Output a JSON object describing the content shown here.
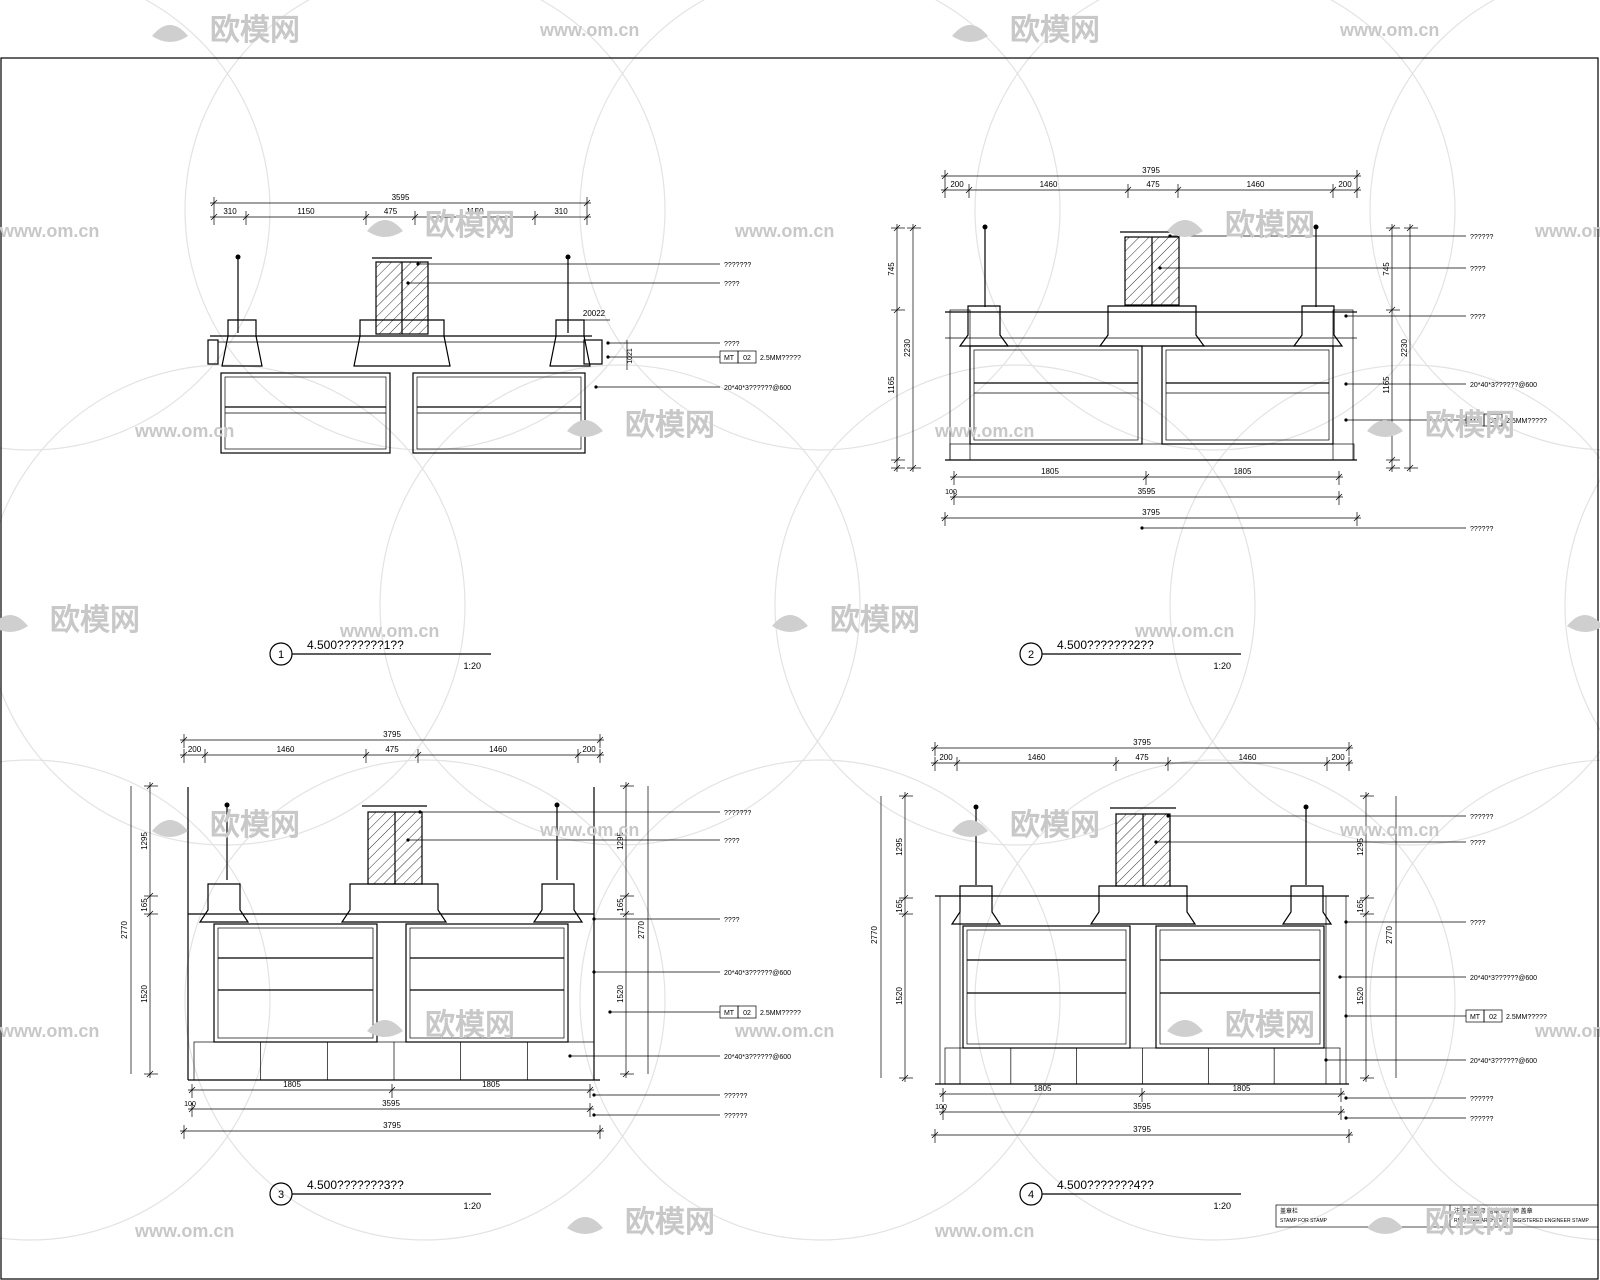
{
  "watermark": {
    "brand": "欧模网",
    "url": "www.om.cn"
  },
  "drawings": [
    {
      "id": "1",
      "number": "1",
      "title": "4.500???????1??",
      "scale": "1:20",
      "top_dims": {
        "total": "3595",
        "segments": [
          "310",
          "1150",
          "475",
          "1150",
          "310"
        ]
      },
      "side_dims": {},
      "bottom_dims": {},
      "detail_dim": "20022",
      "small_dim": "1021",
      "callouts": [
        "???????",
        "????",
        "????",
        "20*40*3??????@600"
      ],
      "material_tag": {
        "code": "MT",
        "num": "02",
        "text": "2.5MM?????"
      }
    },
    {
      "id": "2",
      "number": "2",
      "title": "4.500???????2??",
      "scale": "1:20",
      "top_dims": {
        "total": "3795",
        "segments": [
          "200",
          "1460",
          "475",
          "1460",
          "200"
        ]
      },
      "side_dims": {
        "left": [
          "745",
          "2230",
          "1165"
        ],
        "right": [
          "745",
          "2230",
          "1165"
        ]
      },
      "bottom_dims": {
        "halves": [
          "1805",
          "1805"
        ],
        "total1": "3595",
        "total2": "3795",
        "end": "100"
      },
      "callouts": [
        "??????",
        "????",
        "????",
        "20*40*3??????@600",
        "??????"
      ],
      "material_tag": {
        "code": "MT",
        "num": "02",
        "text": "2.5MM?????"
      }
    },
    {
      "id": "3",
      "number": "3",
      "title": "4.500???????3??",
      "scale": "1:20",
      "top_dims": {
        "total": "3795",
        "segments": [
          "200",
          "1460",
          "475",
          "1460",
          "200"
        ]
      },
      "side_dims": {
        "left": [
          "1295",
          "2770",
          "165",
          "1520"
        ],
        "right": [
          "1295",
          "2770",
          "165",
          "1520"
        ]
      },
      "bottom_dims": {
        "halves": [
          "1805",
          "1805"
        ],
        "total1": "3595",
        "total2": "3795",
        "end": "100"
      },
      "callouts": [
        "???????",
        "????",
        "????",
        "20*40*3??????@600",
        "20*40*3??????@600",
        "??????",
        "??????"
      ],
      "material_tag": {
        "code": "MT",
        "num": "02",
        "text": "2.5MM?????"
      }
    },
    {
      "id": "4",
      "number": "4",
      "title": "4.500???????4??",
      "scale": "1:20",
      "top_dims": {
        "total": "3795",
        "segments": [
          "200",
          "1460",
          "475",
          "1460",
          "200"
        ]
      },
      "side_dims": {
        "left": [
          "1295",
          "2770",
          "165",
          "1520"
        ],
        "right": [
          "1295",
          "2770",
          "165",
          "1520"
        ]
      },
      "bottom_dims": {
        "halves": [
          "1805",
          "1805"
        ],
        "total1": "3595",
        "total2": "3795",
        "end": "100"
      },
      "callouts": [
        "??????",
        "????",
        "????",
        "20*40*3??????@600",
        "20*40*3??????@600",
        "??????",
        "??????"
      ],
      "material_tag": {
        "code": "MT",
        "num": "02",
        "text": "2.5MM?????"
      }
    }
  ],
  "stamp": {
    "label_cn": "盖章栏",
    "label_en": "STAMP FOR STAMP",
    "right_cn": "注册 建筑师 盖章 结构师 盖章",
    "right_en": "REGISTER ARCHITECT REGISTERED ENGINEER STAMP"
  }
}
